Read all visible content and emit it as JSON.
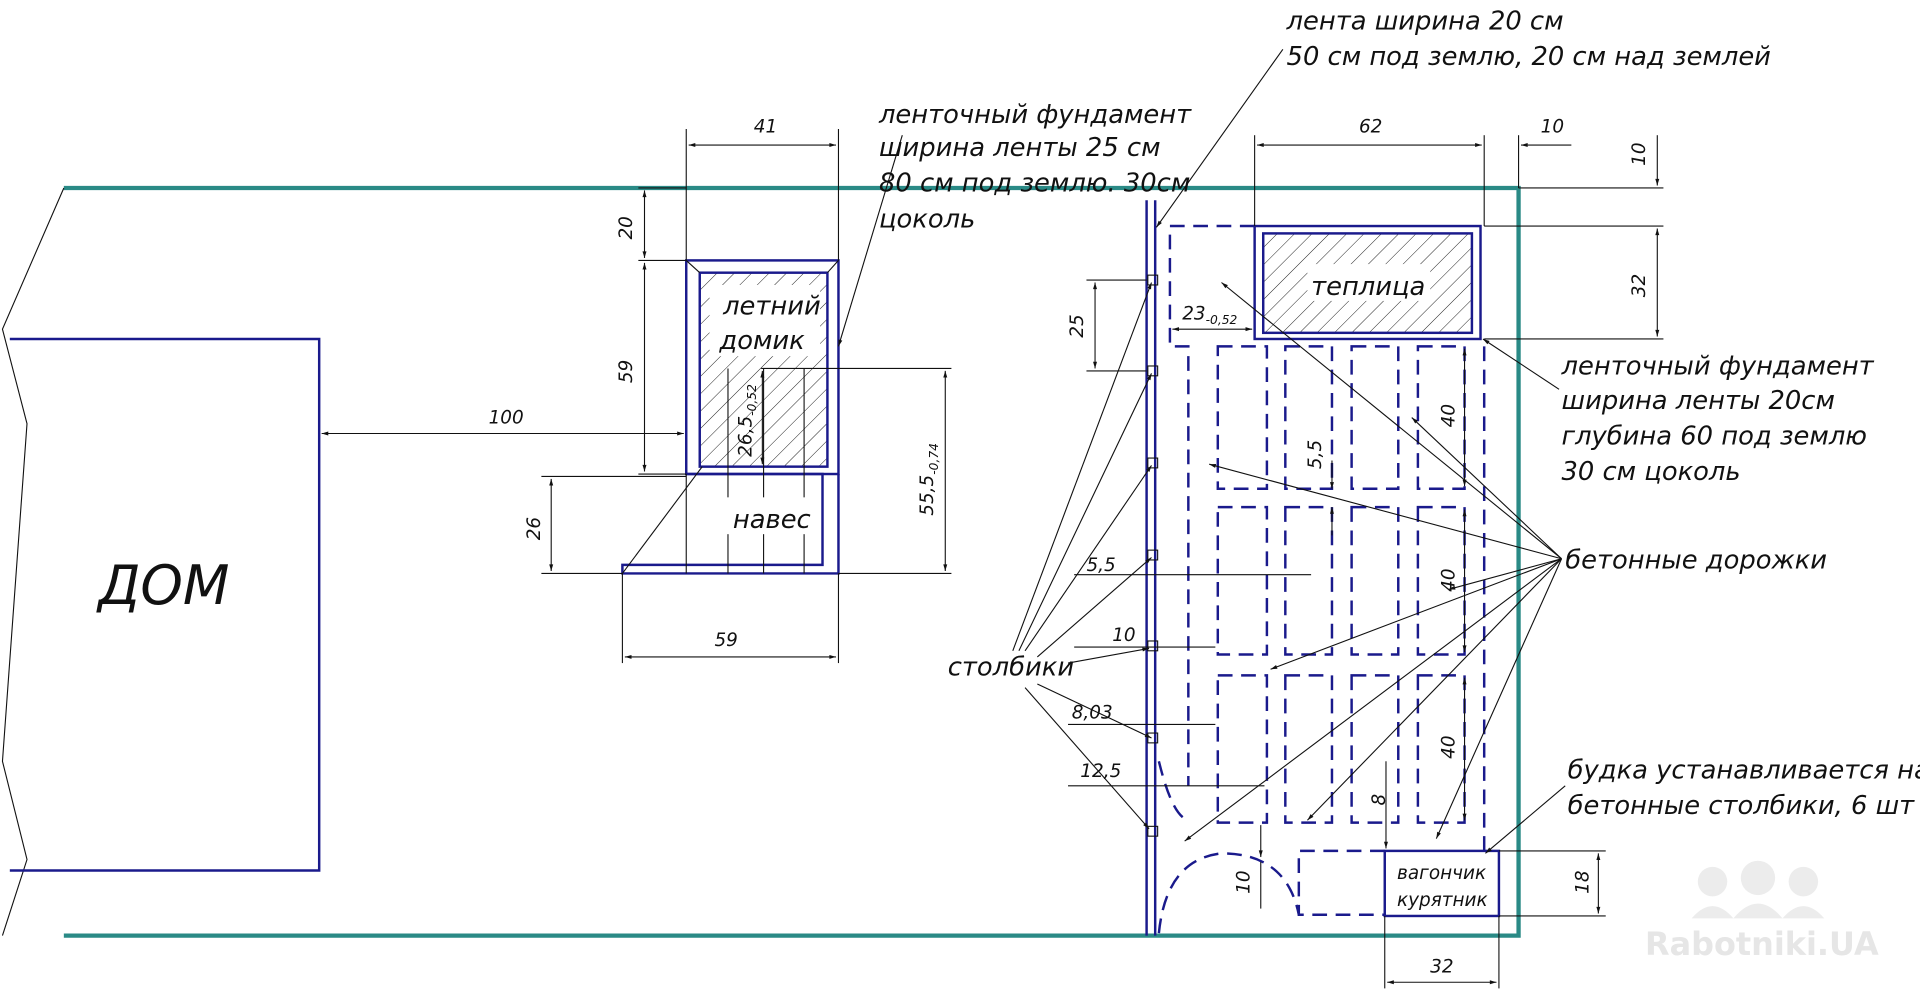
{
  "title": "План участка: дом, летний домик, теплица, курятник",
  "colors": {
    "outline": "#1a1a8c",
    "plot_boundary": "#2a8a86",
    "dimension": "#111111"
  },
  "objects": {
    "house": "ДОМ",
    "summer_house": [
      "летний",
      "домик"
    ],
    "canopy": "навес",
    "greenhouse": "теплица",
    "coop": [
      "вагончик",
      "курятник"
    ]
  },
  "annotations": {
    "summer_house_foundation": [
      "ленточный фундамент",
      "ширина ленты 25 см",
      "80 см под землю. 30см",
      "цоколь"
    ],
    "fence_foundation": [
      "лента ширина 20 см",
      "50 см под землю, 20 см над землей"
    ],
    "greenhouse_foundation": [
      "ленточный фундамент",
      "ширина ленты 20см",
      "глубина 60 под землю",
      "30 см цоколь"
    ],
    "paths": "бетонные дорожки",
    "posts": "столбики",
    "coop_note": [
      "будка устанавливается на",
      "бетонные столбики, 6 шт"
    ]
  },
  "dimensions": {
    "summer_house_width": "41",
    "summer_house_offset_top": "20",
    "summer_house_length": "59",
    "house_distance": "100",
    "canopy_depth": "26",
    "canopy_width": "59",
    "inner_26": "26,5",
    "inner_26_tol": "-0,52",
    "inner_55": "55,5",
    "inner_55_tol": "-0,74",
    "greenhouse_width": "62",
    "greenhouse_offset_right": "10",
    "greenhouse_offset_top": "10",
    "greenhouse_depth": "32",
    "greenhouse_gap": "23",
    "greenhouse_gap_tol": "-0,52",
    "post_spacing": "25",
    "path_gap": "5,5",
    "bed_length_1": "40",
    "bed_length_2": "40",
    "bed_length_3": "40",
    "post_dim_1": "5,5",
    "post_dim_2": "10",
    "post_dim_3": "8,03",
    "post_dim_4": "12,5",
    "bed_to_coop": "8",
    "arc_gap": "10",
    "coop_depth": "18",
    "coop_width": "32"
  },
  "watermark": "Rabotniki.UA"
}
